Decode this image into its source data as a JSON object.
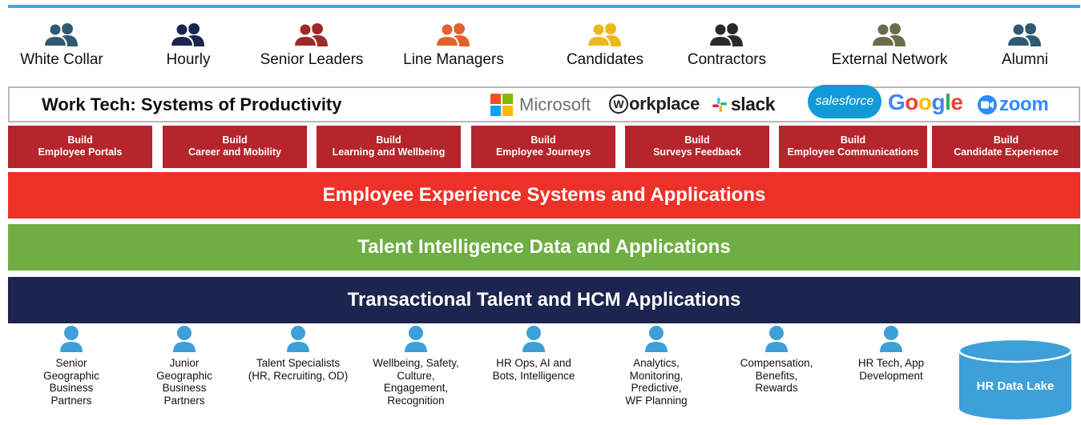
{
  "user_groups": [
    {
      "label": "White Collar",
      "color": "#2e5a72"
    },
    {
      "label": "Hourly",
      "color": "#1c2450"
    },
    {
      "label": "Senior Leaders",
      "color": "#9e2a2b"
    },
    {
      "label": "Line Managers",
      "color": "#e2602c"
    },
    {
      "label": "Candidates",
      "color": "#efb71c"
    },
    {
      "label": "Contractors",
      "color": "#2a2a2a"
    },
    {
      "label": "External Network",
      "color": "#6b6d4a"
    },
    {
      "label": "Alumni",
      "color": "#2e5a72"
    }
  ],
  "work_tech": {
    "title": "Work Tech: Systems of Productivity",
    "logos": {
      "microsoft": "Microsoft",
      "workplace": "orkplace",
      "workplace_mark": "W",
      "slack": "slack",
      "salesforce": "salesforce",
      "google": "Google",
      "zoom": "zoom"
    }
  },
  "builds": [
    {
      "line1": "Build",
      "line2": "Employee Portals"
    },
    {
      "line1": "Build",
      "line2": "Career and Mobility"
    },
    {
      "line1": "Build",
      "line2": "Learning and Wellbeing"
    },
    {
      "line1": "Build",
      "line2": "Employee Journeys"
    },
    {
      "line1": "Build",
      "line2": "Surveys Feedback"
    },
    {
      "line1": "Build",
      "line2": "Employee Communications"
    },
    {
      "line1": "Build",
      "line2": "Candidate Experience"
    }
  ],
  "layers": {
    "experience": "Employee Experience Systems and Applications",
    "intelligence": "Talent Intelligence Data and Applications",
    "transactional": "Transactional Talent and HCM Applications"
  },
  "roles": [
    {
      "lines": [
        "Senior",
        "Geographic",
        "Business",
        "Partners"
      ]
    },
    {
      "lines": [
        "Junior",
        "Geographic",
        "Business",
        "Partners"
      ]
    },
    {
      "lines": [
        "Talent Specialists",
        "(HR, Recruiting, OD)"
      ]
    },
    {
      "lines": [
        "Wellbeing, Safety,",
        "Culture,",
        "Engagement,",
        "Recognition"
      ]
    },
    {
      "lines": [
        "HR Ops, AI and",
        "Bots, Intelligence"
      ]
    },
    {
      "lines": [
        "Analytics,",
        "Monitoring,",
        "Predictive,",
        "WF Planning"
      ]
    },
    {
      "lines": [
        "Compensation,",
        "Benefits,",
        "Rewards"
      ]
    },
    {
      "lines": [
        "HR Tech, App",
        "Development"
      ]
    }
  ],
  "data_lake": {
    "label": "HR Data Lake"
  },
  "colors": {
    "accent_rule": "#4aa3d6",
    "build_red": "#b5252b",
    "experience_red": "#ee3128",
    "intelligence_green": "#70ad43",
    "transactional_navy": "#1c2450",
    "role_icon_blue": "#3ea0d8",
    "data_lake_blue": "#3ea0d8"
  }
}
